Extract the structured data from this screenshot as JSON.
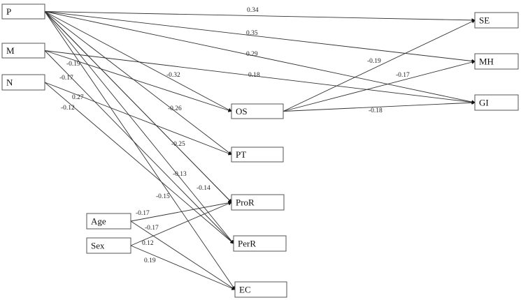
{
  "nodes": [
    {
      "id": "P",
      "label": "P"
    },
    {
      "id": "M",
      "label": "M"
    },
    {
      "id": "N",
      "label": "N"
    },
    {
      "id": "Age",
      "label": "Age"
    },
    {
      "id": "Sex",
      "label": "Sex"
    },
    {
      "id": "OS",
      "label": "OS"
    },
    {
      "id": "PT",
      "label": "PT"
    },
    {
      "id": "ProR",
      "label": "ProR"
    },
    {
      "id": "PerR",
      "label": "PerR"
    },
    {
      "id": "EC",
      "label": "EC"
    },
    {
      "id": "SE",
      "label": "SE"
    },
    {
      "id": "MH",
      "label": "MH"
    },
    {
      "id": "GI",
      "label": "GI"
    }
  ],
  "edges": [
    {
      "from": "P",
      "to": "SE",
      "label": "0.34"
    },
    {
      "from": "P",
      "to": "MH",
      "label": "0.35"
    },
    {
      "from": "P",
      "to": "GI",
      "label": "0.29"
    },
    {
      "from": "M",
      "to": "GI",
      "label": "0.18"
    },
    {
      "from": "P",
      "to": "OS",
      "label": "-0.32"
    },
    {
      "from": "M",
      "to": "OS",
      "label": "-0.19"
    },
    {
      "from": "P",
      "to": "PT",
      "label": "-0.26"
    },
    {
      "from": "N",
      "to": "PT",
      "label": "0.27"
    },
    {
      "from": "P",
      "to": "ProR",
      "label": "-0.25"
    },
    {
      "from": "P",
      "to": "PerR",
      "label": "-0.13"
    },
    {
      "from": "P",
      "to": "ProR",
      "label": "-0.14"
    },
    {
      "from": "P",
      "to": "EC",
      "label": "-0.15"
    },
    {
      "from": "M",
      "to": "PerR",
      "label": "-0.17"
    },
    {
      "from": "N",
      "to": "PerR",
      "label": "-0.12"
    },
    {
      "from": "Age",
      "to": "ProR",
      "label": "-0.17"
    },
    {
      "from": "Age",
      "to": "EC",
      "label": "-0.17"
    },
    {
      "from": "Sex",
      "to": "ProR",
      "label": "0.12"
    },
    {
      "from": "Sex",
      "to": "EC",
      "label": "0.19"
    },
    {
      "from": "OS",
      "to": "SE",
      "label": "-0.19"
    },
    {
      "from": "OS",
      "to": "MH",
      "label": "-0.17"
    },
    {
      "from": "OS",
      "to": "GI",
      "label": "-0.18"
    }
  ]
}
